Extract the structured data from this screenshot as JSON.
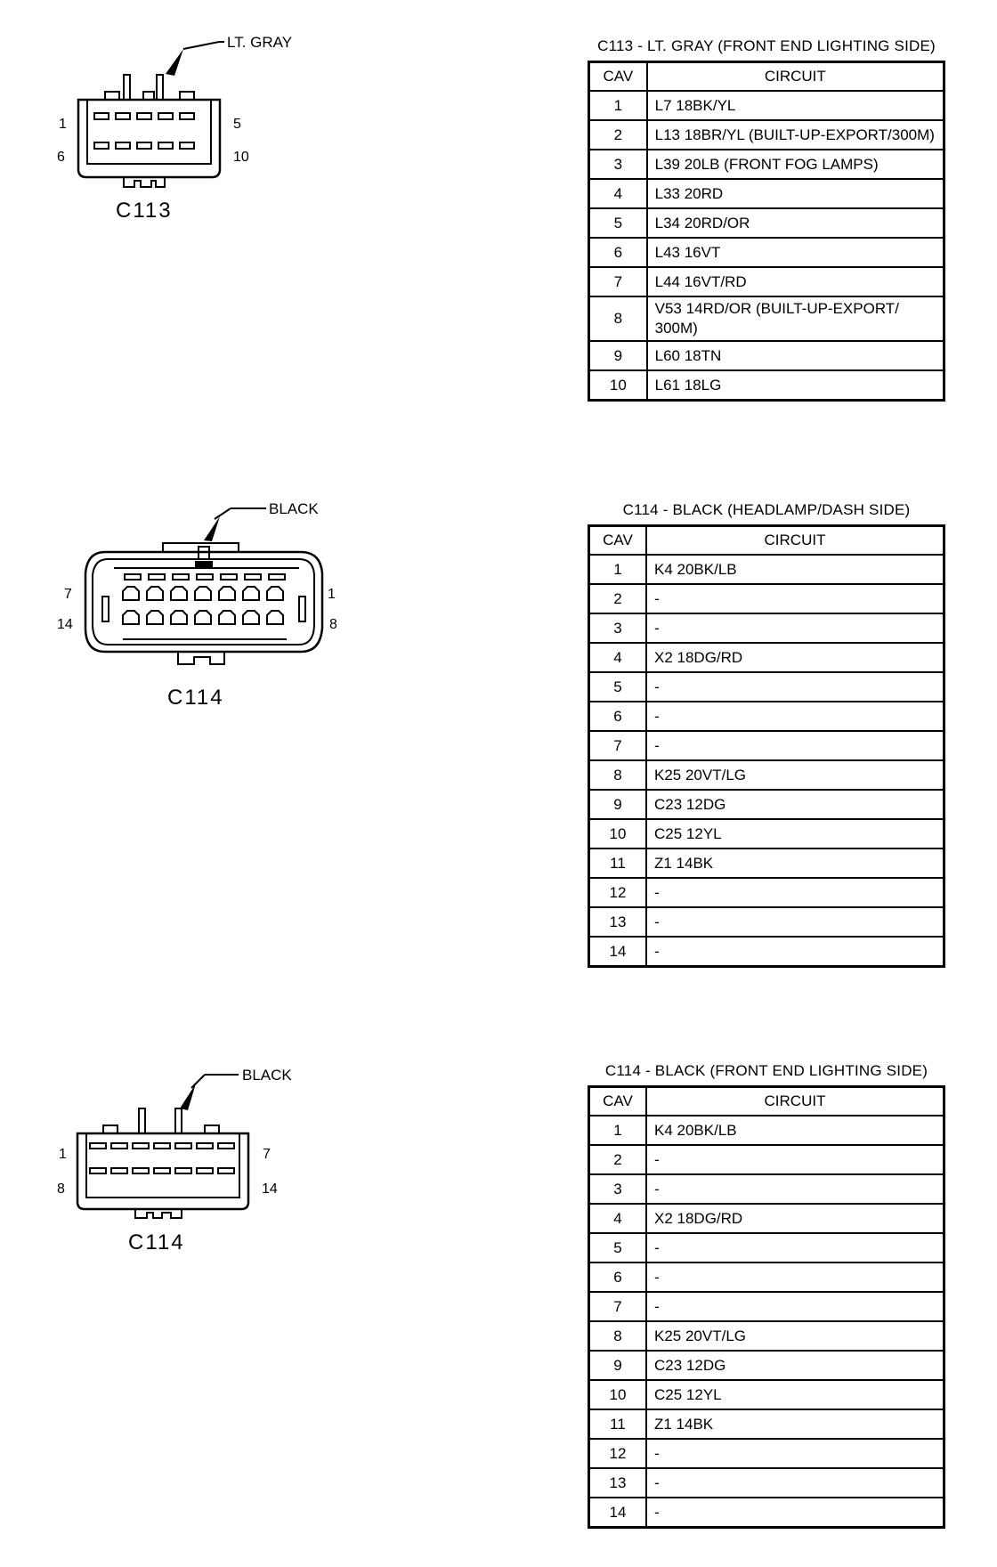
{
  "connectors": [
    {
      "name": "C113",
      "color_callout": "LT. GRAY",
      "pin_labels": {
        "top_left": "1",
        "bottom_left": "6",
        "top_right": "5",
        "bottom_right": "10"
      },
      "table": {
        "title": "C113 - LT. GRAY (FRONT END LIGHTING SIDE)",
        "headers": [
          "CAV",
          "CIRCUIT"
        ],
        "rows": [
          {
            "cav": "1",
            "circuit": "L7 18BK/YL"
          },
          {
            "cav": "2",
            "circuit": "L13 18BR/YL (BUILT-UP-EXPORT/300M)"
          },
          {
            "cav": "3",
            "circuit": "L39 20LB (FRONT FOG LAMPS)"
          },
          {
            "cav": "4",
            "circuit": "L33 20RD"
          },
          {
            "cav": "5",
            "circuit": "L34 20RD/OR"
          },
          {
            "cav": "6",
            "circuit": "L43 16VT"
          },
          {
            "cav": "7",
            "circuit": "L44 16VT/RD"
          },
          {
            "cav": "8",
            "circuit": "V53 14RD/OR (BUILT-UP-EXPORT/ 300M)"
          },
          {
            "cav": "9",
            "circuit": "L60 18TN"
          },
          {
            "cav": "10",
            "circuit": "L61 18LG"
          }
        ]
      }
    },
    {
      "name": "C114",
      "color_callout": "BLACK",
      "pin_labels": {
        "top_left": "7",
        "bottom_left": "14",
        "top_right": "1",
        "bottom_right": "8"
      },
      "table": {
        "title": "C114 - BLACK (HEADLAMP/DASH SIDE)",
        "headers": [
          "CAV",
          "CIRCUIT"
        ],
        "rows": [
          {
            "cav": "1",
            "circuit": "K4 20BK/LB"
          },
          {
            "cav": "2",
            "circuit": "-"
          },
          {
            "cav": "3",
            "circuit": "-"
          },
          {
            "cav": "4",
            "circuit": "X2 18DG/RD"
          },
          {
            "cav": "5",
            "circuit": "-"
          },
          {
            "cav": "6",
            "circuit": "-"
          },
          {
            "cav": "7",
            "circuit": "-"
          },
          {
            "cav": "8",
            "circuit": "K25 20VT/LG"
          },
          {
            "cav": "9",
            "circuit": "C23 12DG"
          },
          {
            "cav": "10",
            "circuit": "C25 12YL"
          },
          {
            "cav": "11",
            "circuit": "Z1 14BK"
          },
          {
            "cav": "12",
            "circuit": "-"
          },
          {
            "cav": "13",
            "circuit": "-"
          },
          {
            "cav": "14",
            "circuit": "-"
          }
        ]
      }
    },
    {
      "name": "C114",
      "color_callout": "BLACK",
      "pin_labels": {
        "top_left": "1",
        "bottom_left": "8",
        "top_right": "7",
        "bottom_right": "14"
      },
      "table": {
        "title": "C114 - BLACK (FRONT END LIGHTING SIDE)",
        "headers": [
          "CAV",
          "CIRCUIT"
        ],
        "rows": [
          {
            "cav": "1",
            "circuit": "K4 20BK/LB"
          },
          {
            "cav": "2",
            "circuit": "-"
          },
          {
            "cav": "3",
            "circuit": "-"
          },
          {
            "cav": "4",
            "circuit": "X2 18DG/RD"
          },
          {
            "cav": "5",
            "circuit": "-"
          },
          {
            "cav": "6",
            "circuit": "-"
          },
          {
            "cav": "7",
            "circuit": "-"
          },
          {
            "cav": "8",
            "circuit": "K25 20VT/LG"
          },
          {
            "cav": "9",
            "circuit": "C23 12DG"
          },
          {
            "cav": "10",
            "circuit": "C25 12YL"
          },
          {
            "cav": "11",
            "circuit": "Z1 14BK"
          },
          {
            "cav": "12",
            "circuit": "-"
          },
          {
            "cav": "13",
            "circuit": "-"
          },
          {
            "cav": "14",
            "circuit": "-"
          }
        ]
      }
    }
  ]
}
